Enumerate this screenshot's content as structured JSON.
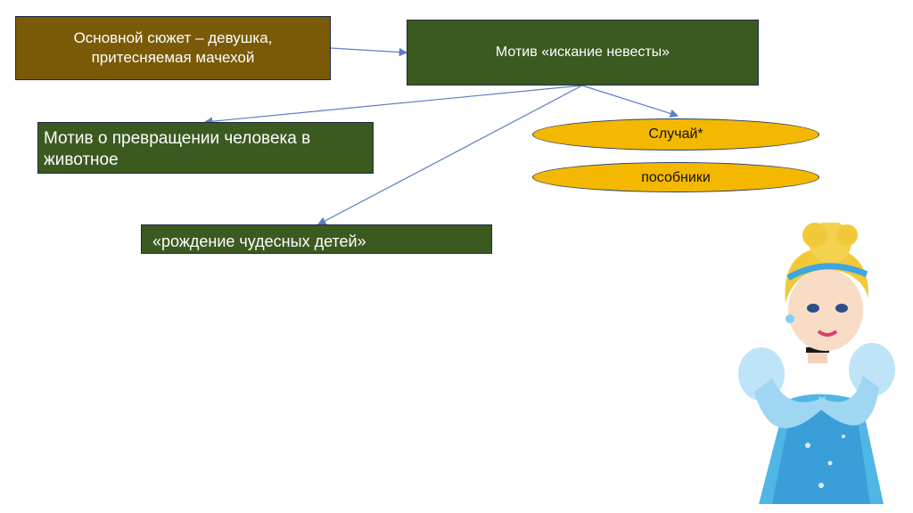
{
  "diagram": {
    "main_plot": "Основной сюжет – девушка, притесняемая мачехой",
    "bride_search": "Мотив «искание невесты»",
    "transformation": "Мотив о превращении человека в животное",
    "wonderful_children": "«рождение чудесных детей»",
    "chance": "Случай*",
    "helpers": "пособники"
  },
  "colors": {
    "brown_box": "#7a5a06",
    "green_box": "#3b5a20",
    "oval_fill": "#f5b800",
    "arrow": "#5b7fc4"
  },
  "illustration": {
    "icon": "princess-illustration"
  }
}
